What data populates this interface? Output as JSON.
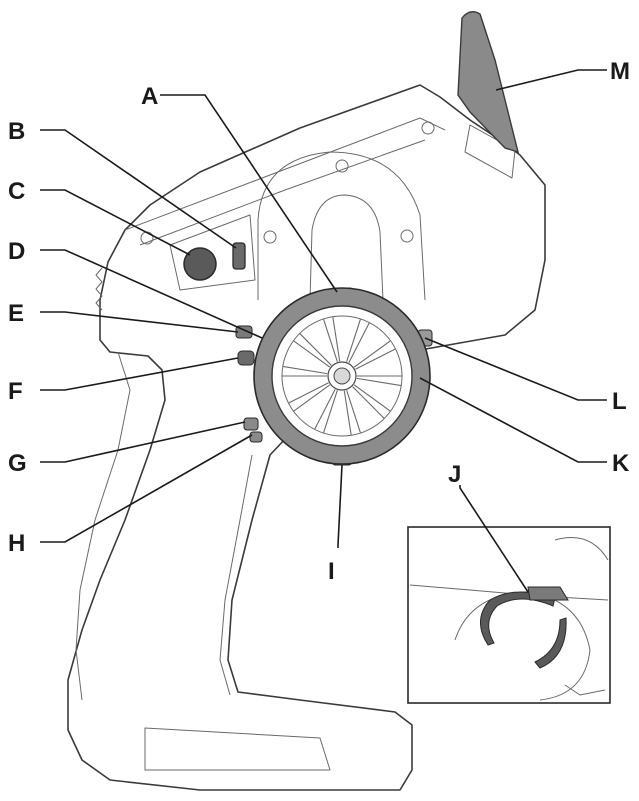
{
  "diagram": {
    "callouts": [
      {
        "id": "A",
        "label": "A"
      },
      {
        "id": "B",
        "label": "B"
      },
      {
        "id": "C",
        "label": "C"
      },
      {
        "id": "D",
        "label": "D"
      },
      {
        "id": "E",
        "label": "E"
      },
      {
        "id": "F",
        "label": "F"
      },
      {
        "id": "G",
        "label": "G"
      },
      {
        "id": "H",
        "label": "H"
      },
      {
        "id": "I",
        "label": "I"
      },
      {
        "id": "J",
        "label": "J"
      },
      {
        "id": "K",
        "label": "K"
      },
      {
        "id": "L",
        "label": "L"
      },
      {
        "id": "M",
        "label": "M"
      }
    ],
    "colors": {
      "line": "#3a3a3a",
      "wheel_ring": "#8c8c8c",
      "antenna": "#8a8a8a",
      "background": "#ffffff"
    }
  }
}
